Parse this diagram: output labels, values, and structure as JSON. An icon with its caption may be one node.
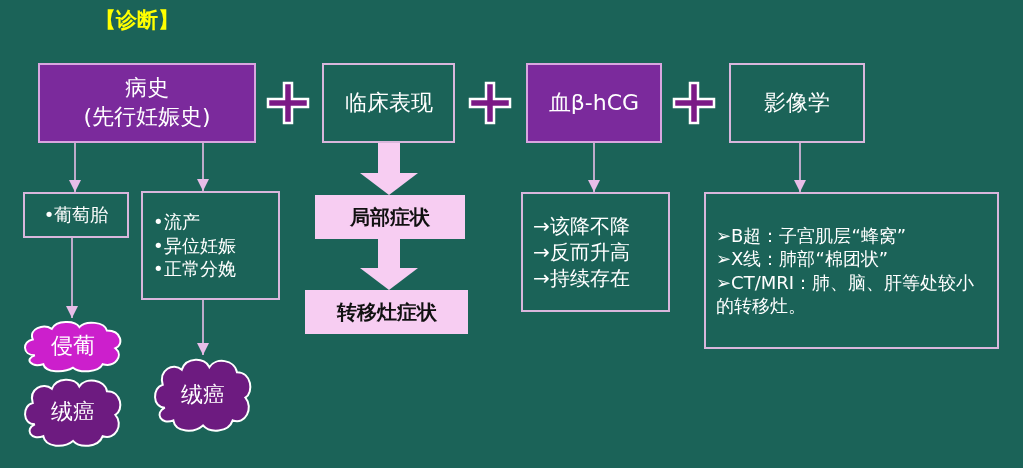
{
  "diagram": {
    "title": "【诊断】",
    "nodes": [
      {
        "text": [
          "病史",
          "(先行妊娠史)"
        ]
      },
      {
        "text": [
          "临床表现"
        ]
      },
      {
        "text": [
          "血β-hCG"
        ]
      },
      {
        "text": [
          "影像学"
        ]
      },
      {
        "text": [
          "•葡萄胎"
        ]
      },
      {
        "text": [
          "•流产",
          "•异位妊娠",
          "•正常分娩"
        ]
      },
      {
        "text": [
          "局部症状"
        ]
      },
      {
        "text": [
          "转移灶症状"
        ]
      },
      {
        "text": [
          "→该降不降",
          "→反而升高",
          "→持续存在"
        ]
      },
      {
        "text": [
          "➢B超：子宫肌层“蜂窝”",
          "➢X线：肺部“棉团状”",
          "➢CT/MRI：肺、脑、肝等处较小的转移灶。"
        ]
      },
      {
        "text": [
          "侵葡"
        ]
      },
      {
        "text": [
          "绒癌"
        ]
      },
      {
        "text": [
          "绒癌"
        ]
      }
    ],
    "edges": [
      {
        "from": 0,
        "to": 4,
        "arrow": "to"
      },
      {
        "from": 0,
        "to": 5,
        "arrow": "to"
      },
      {
        "from": 4,
        "to": 10,
        "arrow": "to"
      },
      {
        "from": 5,
        "to": 12,
        "arrow": "to"
      },
      {
        "from": 1,
        "to": 6,
        "arrow": "to",
        "style": "thick"
      },
      {
        "from": 6,
        "to": 7,
        "arrow": "to",
        "style": "thick"
      },
      {
        "from": 2,
        "to": 8,
        "arrow": "to"
      },
      {
        "from": 3,
        "to": 9,
        "arrow": "to"
      }
    ]
  }
}
